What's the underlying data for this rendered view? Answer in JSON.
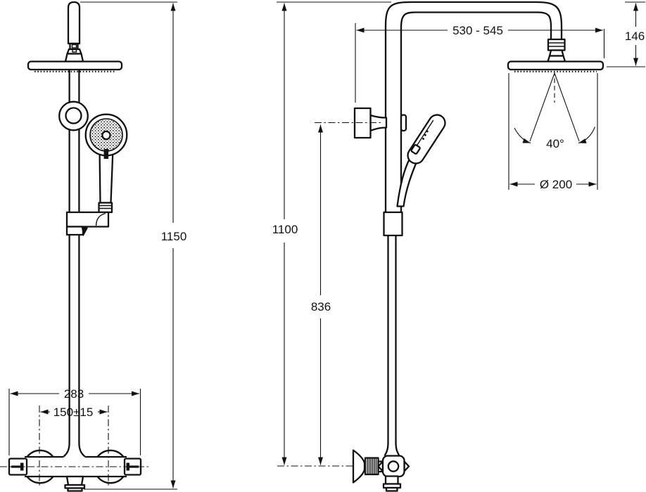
{
  "drawing": {
    "background_color": "#ffffff",
    "line_color": "#111111",
    "front_view": {
      "total_height": "1150",
      "valve_width": "283",
      "inlet_spacing": "150±15"
    },
    "side_view": {
      "arm_reach": "530 - 545",
      "head_drop": "146",
      "spray_angle": "40°",
      "head_diameter": "Ø 200",
      "column_height": "1100",
      "holder_height": "836"
    }
  }
}
